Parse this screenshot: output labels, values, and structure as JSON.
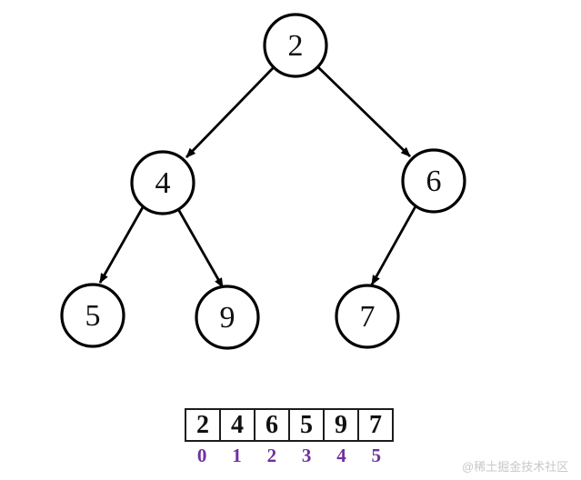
{
  "tree": {
    "nodes": [
      {
        "id": "root",
        "value": "2"
      },
      {
        "id": "left",
        "value": "4"
      },
      {
        "id": "right",
        "value": "6"
      },
      {
        "id": "left-left",
        "value": "5"
      },
      {
        "id": "left-right",
        "value": "9"
      },
      {
        "id": "right-left",
        "value": "7"
      }
    ],
    "edges": [
      {
        "from": "2",
        "to": "4"
      },
      {
        "from": "2",
        "to": "6"
      },
      {
        "from": "4",
        "to": "5"
      },
      {
        "from": "4",
        "to": "9"
      },
      {
        "from": "6",
        "to": "7"
      }
    ]
  },
  "array": {
    "values": [
      "2",
      "4",
      "6",
      "5",
      "9",
      "7"
    ],
    "indices": [
      "0",
      "1",
      "2",
      "3",
      "4",
      "5"
    ],
    "index_color": "#7030a0"
  },
  "watermark": {
    "text": "@稀土掘金技术社区",
    "color": "#c8c8c8"
  },
  "colors": {
    "stroke": "#000000",
    "background": "#ffffff"
  }
}
